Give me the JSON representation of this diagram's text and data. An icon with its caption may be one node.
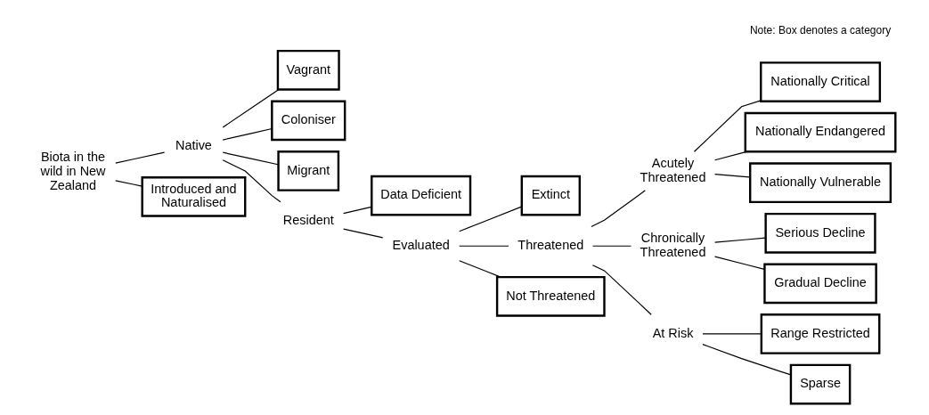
{
  "diagram": {
    "nodes": [
      {
        "text": [
          "Biota in the wild in New Zealand"
        ]
      },
      {
        "text": [
          "Native"
        ]
      },
      {
        "text": [
          "Vagrant"
        ]
      },
      {
        "text": [
          "Coloniser"
        ]
      },
      {
        "text": [
          "Migrant"
        ]
      },
      {
        "text": [
          "Resident"
        ]
      },
      {
        "text": [
          "Data Deficient"
        ]
      },
      {
        "text": [
          "Evaluated"
        ]
      },
      {
        "text": [
          "Extinct"
        ]
      },
      {
        "text": [
          "Threatened"
        ]
      },
      {
        "text": [
          "Not Threatened"
        ]
      },
      {
        "text": [
          "Acutely Threatened"
        ]
      },
      {
        "text": [
          "Chronically Threatened"
        ]
      },
      {
        "text": [
          "At Risk"
        ]
      },
      {
        "text": [
          "Nationally Critical"
        ]
      },
      {
        "text": [
          "Nationally Endangered"
        ]
      },
      {
        "text": [
          "Nationally Vulnerable"
        ]
      },
      {
        "text": [
          "Serious Decline"
        ]
      },
      {
        "text": [
          "Gradual Decline"
        ]
      },
      {
        "text": [
          "Range Restricted"
        ]
      },
      {
        "text": [
          "Sparse"
        ]
      },
      {
        "text": [
          "Introduced and Naturalised"
        ]
      }
    ],
    "edges": [
      {
        "from": 0,
        "to": 1,
        "arrow": "none"
      },
      {
        "from": 0,
        "to": 21,
        "arrow": "none"
      },
      {
        "from": 1,
        "to": 2,
        "arrow": "none"
      },
      {
        "from": 1,
        "to": 3,
        "arrow": "none"
      },
      {
        "from": 1,
        "to": 4,
        "arrow": "none"
      },
      {
        "from": 1,
        "to": 5,
        "arrow": "none"
      },
      {
        "from": 5,
        "to": 6,
        "arrow": "none"
      },
      {
        "from": 5,
        "to": 7,
        "arrow": "none"
      },
      {
        "from": 7,
        "to": 8,
        "arrow": "none"
      },
      {
        "from": 7,
        "to": 9,
        "arrow": "none"
      },
      {
        "from": 7,
        "to": 10,
        "arrow": "none"
      },
      {
        "from": 9,
        "to": 11,
        "arrow": "none"
      },
      {
        "from": 9,
        "to": 12,
        "arrow": "none"
      },
      {
        "from": 9,
        "to": 13,
        "arrow": "none"
      },
      {
        "from": 11,
        "to": 14,
        "arrow": "none"
      },
      {
        "from": 11,
        "to": 15,
        "arrow": "none"
      },
      {
        "from": 11,
        "to": 16,
        "arrow": "none"
      },
      {
        "from": 12,
        "to": 17,
        "arrow": "none"
      },
      {
        "from": 12,
        "to": 18,
        "arrow": "none"
      },
      {
        "from": 13,
        "to": 19,
        "arrow": "none"
      },
      {
        "from": 13,
        "to": 20,
        "arrow": "none"
      }
    ],
    "labels": [
      "Note: Box denotes a category"
    ]
  }
}
